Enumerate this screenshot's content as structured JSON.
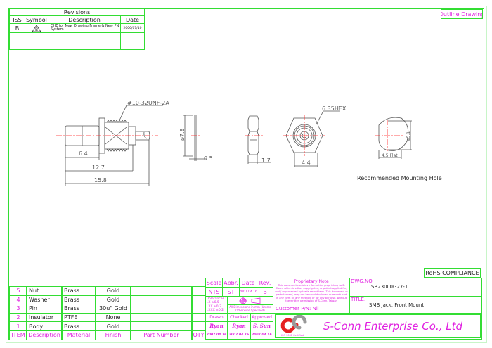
{
  "revisions": {
    "title": "Revisions",
    "headers": [
      "ISS",
      "Symbol",
      "Description",
      "Date"
    ],
    "rows": [
      {
        "iss": "B",
        "symbol": "warning-triangle",
        "description": "CHE for New Drawing Frame & New PN System",
        "date": "2006/07/10"
      }
    ]
  },
  "outline_label": "Outline Drawing",
  "rohs_label": "RoHS COMPLIANCE",
  "drawing": {
    "thread_label": "#10-32UNF-2A",
    "dim_6_4": "6.4",
    "dim_12_7": "12.7",
    "dim_15_8": "15.8",
    "dim_dia_7_8": "ø7.8",
    "dim_0_5": "0.5",
    "dim_1_7": "1.7",
    "hex_label": "6.35HEX",
    "dim_4_4": "4.4",
    "dim_dia_5_1": "ø5.1",
    "dim_flat": "4.5 Flat",
    "mounting_hole_label": "Recommended Mounting Hole"
  },
  "bom": {
    "headers": [
      "ITEM",
      "Description",
      "Material",
      "Finish",
      "Part Number",
      "QTY"
    ],
    "rows": [
      [
        "5",
        "Nut",
        "Brass",
        "Gold"
      ],
      [
        "4",
        "Washer",
        "Brass",
        "Gold"
      ],
      [
        "3",
        "Pin",
        "Brass",
        "30u\" Gold"
      ],
      [
        "2",
        "Insulator",
        "PTFE",
        "None"
      ],
      [
        "1",
        "Body",
        "Brass",
        "Gold"
      ]
    ]
  },
  "title_block": {
    "scale_label": "Scale",
    "abbr_label": "Abbr.",
    "date_label": "Date",
    "rev_label": "Rev.",
    "scale": "NTS",
    "abbr": "ST",
    "date": "2007.04.16",
    "rev": "B",
    "tolerances": [
      "Tolerances :",
      ".X    ±0.5",
      ".XX   ±0.3",
      ".XXX  ±0.2"
    ],
    "dimensions_note": "All Dimensions in mm (Unless Otherwise Specified)",
    "drawn_label": "Drawn",
    "checked_label": "Checked",
    "approved_label": "Approved",
    "drawn_by": "Ryan",
    "checked_by": "Ryan",
    "approved_by": "S. Sun",
    "drawn_date": "2007.04.16",
    "checked_date": "2007.04.16",
    "approved_date": "2007.04.16",
    "proprietary_title": "Proprietary Note",
    "proprietary_text": "This document contains information proprietary to S-Conn, which is either copyrighted, or patent applied for, and / or protected by trade secret laws. This document or parts thereof, may not be used disclosed or reproduced in any form by any method, or for any purpose, without the written permission of S-Conn, Taiwan",
    "customer_pn": "Customer P/N: Nil",
    "dwg_no_label": "DWG.NO.",
    "dwg_no": "SB230L0G27-1",
    "title_label": "TITLE.",
    "title": "SMB Jack, Front Mount",
    "company": "S-Conn Enterprise Co., Ltd",
    "iso": "ISO 9001 Certified"
  },
  "colors": {
    "border": "#33dd33",
    "magenta": "#e020e0",
    "center_line": "#ff2020"
  }
}
